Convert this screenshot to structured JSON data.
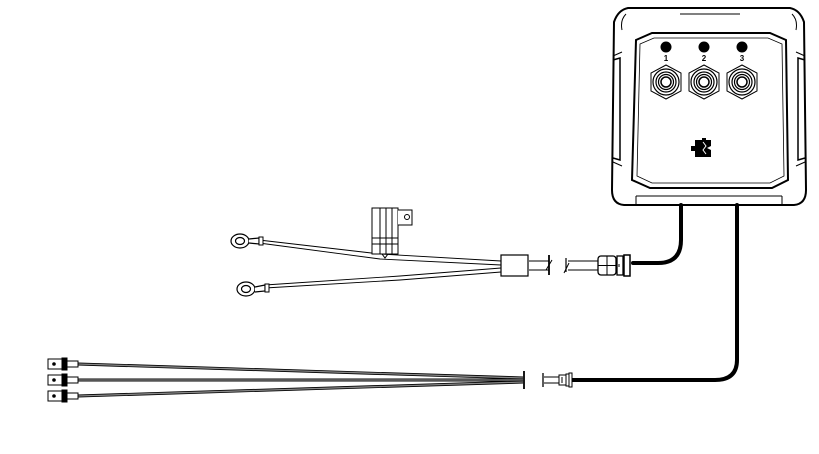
{
  "diagram": {
    "type": "wiring-illustration",
    "background": "#ffffff",
    "line_color": "#000000",
    "wire_fill": "#ffffff",
    "cable_color": "#000000"
  },
  "device": {
    "ports": [
      {
        "label": "1"
      },
      {
        "label": "2"
      },
      {
        "label": "3"
      }
    ],
    "logo_icon": "battery-logo-icon"
  },
  "power_harness": {
    "ring_terminals": 2,
    "fuse_holder": true,
    "connector": "round-screw-connector"
  },
  "signal_harness": {
    "spade_terminals": 3,
    "connector": "small-round-connector"
  }
}
